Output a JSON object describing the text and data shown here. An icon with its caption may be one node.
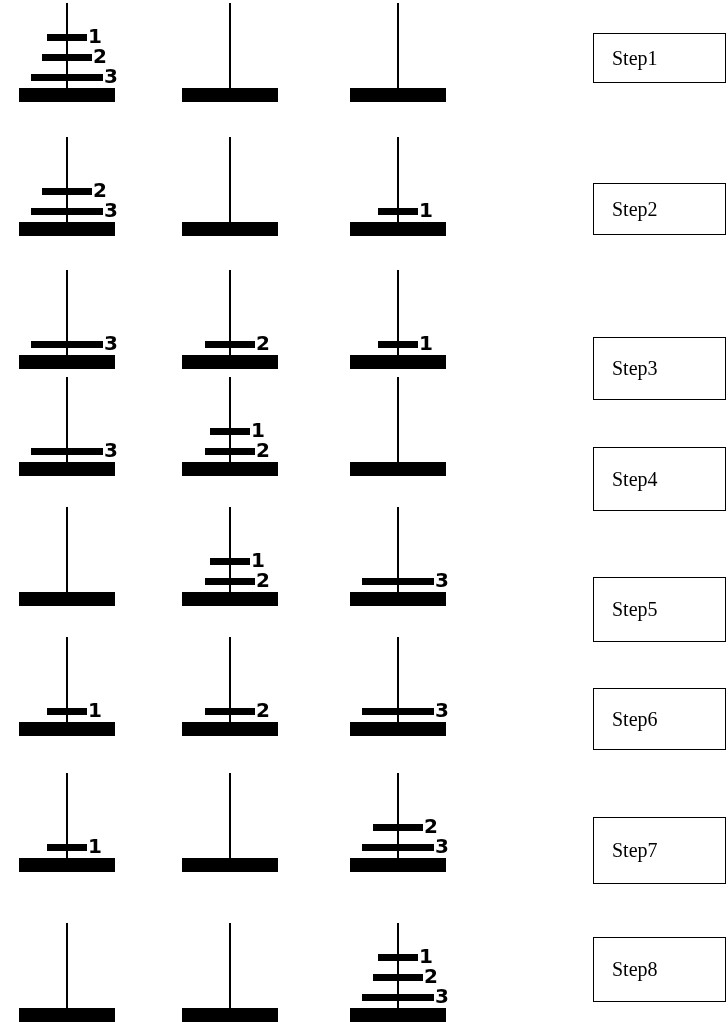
{
  "diagram": {
    "nodes": [
      {
        "text": [
          "Step1"
        ]
      },
      {
        "text": [
          "Step2"
        ]
      },
      {
        "text": [
          "Step3"
        ]
      },
      {
        "text": [
          "Step4"
        ]
      },
      {
        "text": [
          "Step5"
        ]
      },
      {
        "text": [
          "Step6"
        ]
      },
      {
        "text": [
          "Step7"
        ]
      },
      {
        "text": [
          "Step8"
        ]
      }
    ],
    "labels": [
      "1",
      "2",
      "3",
      "2",
      "3",
      "1",
      "3",
      "2",
      "1",
      "3",
      "1",
      "2",
      "1",
      "2",
      "3",
      "1",
      "2",
      "3",
      "1",
      "2",
      "3",
      "1",
      "2",
      "3"
    ]
  }
}
